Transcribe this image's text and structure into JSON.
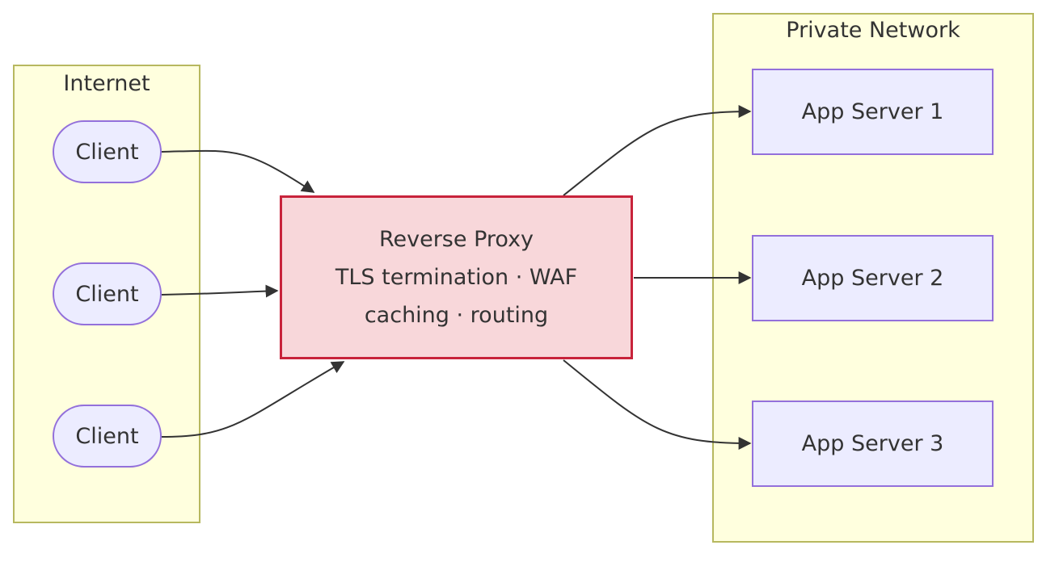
{
  "clusters": {
    "internet": {
      "title": "Internet"
    },
    "private": {
      "title": "Private Network"
    }
  },
  "clients": [
    {
      "label": "Client"
    },
    {
      "label": "Client"
    },
    {
      "label": "Client"
    }
  ],
  "proxy": {
    "lines": [
      "Reverse Proxy",
      "TLS termination · WAF",
      "caching · routing"
    ]
  },
  "servers": [
    {
      "label": "App Server 1"
    },
    {
      "label": "App Server 2"
    },
    {
      "label": "App Server 3"
    }
  ],
  "colors": {
    "cluster_fill": "#ffffde",
    "cluster_border": "#b7b85f",
    "node_fill": "#ececff",
    "node_border": "#9370db",
    "proxy_fill": "#f8d7da",
    "proxy_border": "#c8233b",
    "edge": "#333333"
  }
}
